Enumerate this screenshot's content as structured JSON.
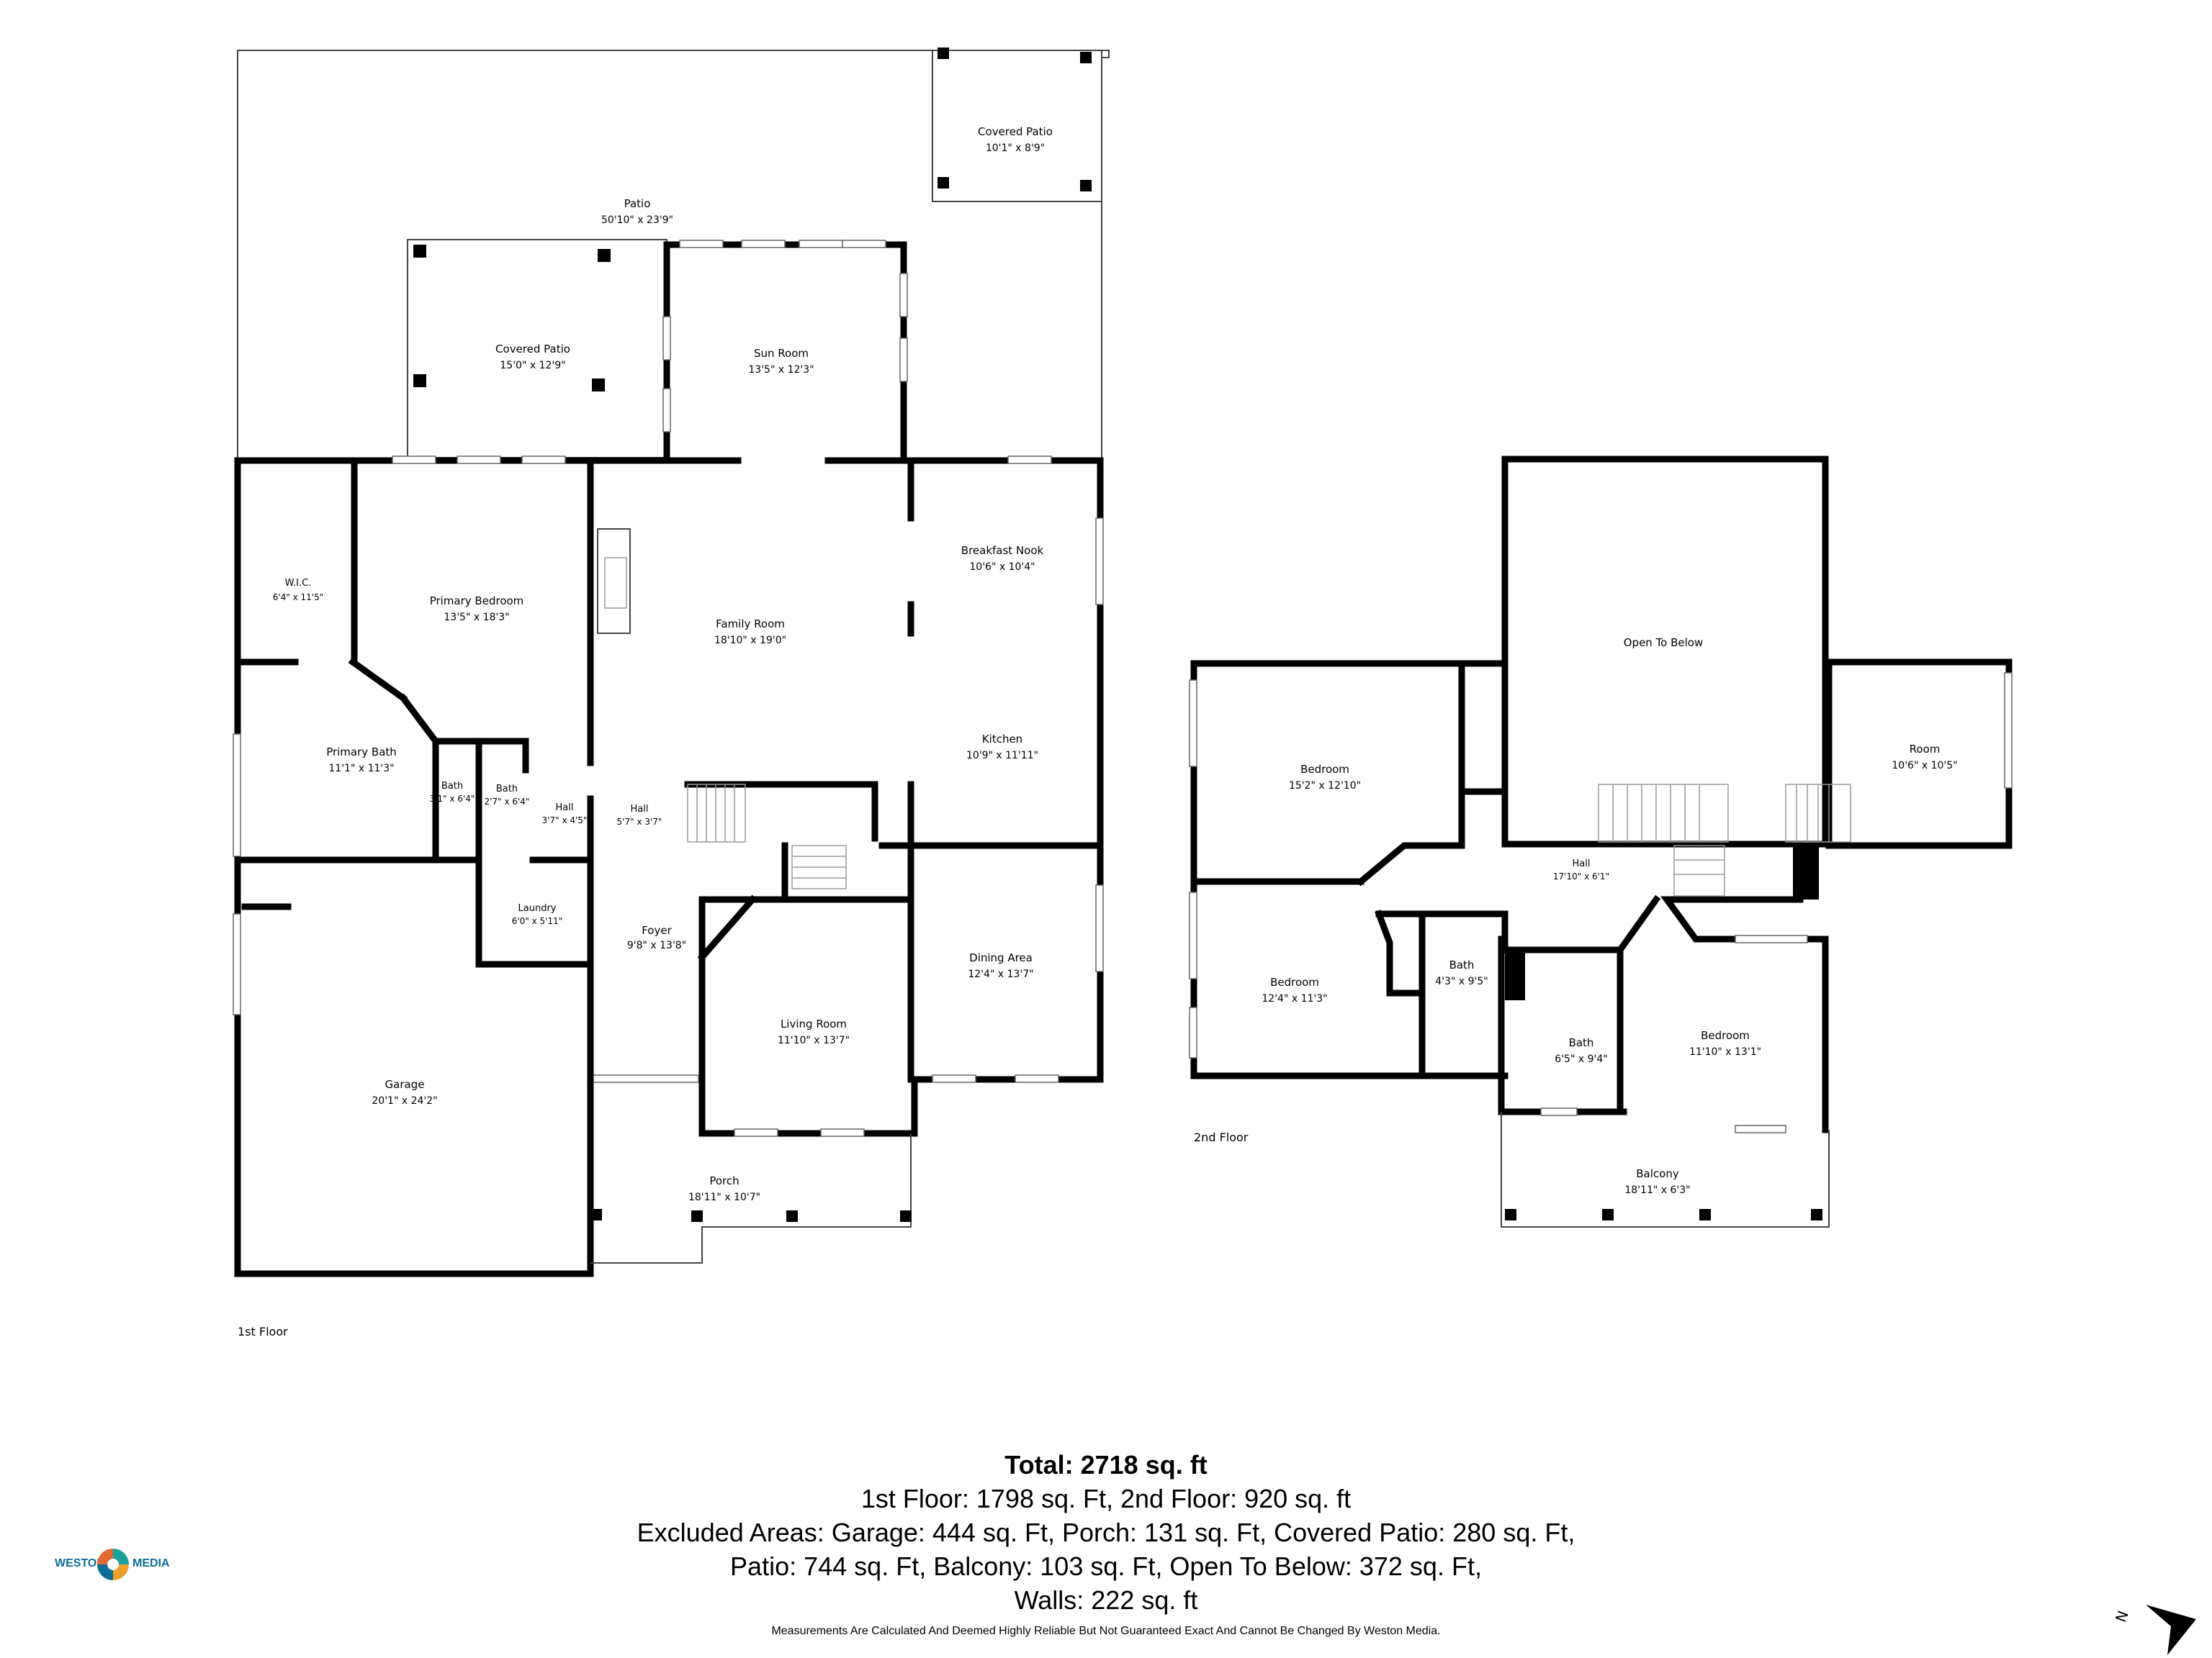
{
  "floors": [
    {
      "label": "1st Floor",
      "rooms": [
        {
          "name": "Patio",
          "dims": "50'10\" x 23'9\""
        },
        {
          "name": "Covered Patio",
          "dims": "10'1\" x 8'9\""
        },
        {
          "name": "Covered Patio",
          "dims": "15'0\" x 12'9\""
        },
        {
          "name": "Sun Room",
          "dims": "13'5\" x 12'3\""
        },
        {
          "name": "W.I.C.",
          "dims": "6'4\" x 11'5\""
        },
        {
          "name": "Primary Bedroom",
          "dims": "13'5\" x 18'3\""
        },
        {
          "name": "Family Room",
          "dims": "18'10\" x 19'0\""
        },
        {
          "name": "Breakfast Nook",
          "dims": "10'6\" x 10'4\""
        },
        {
          "name": "Kitchen",
          "dims": "10'9\" x 11'11\""
        },
        {
          "name": "Primary Bath",
          "dims": "11'1\" x 11'3\""
        },
        {
          "name": "Bath",
          "dims": "3'1\" x 6'4\""
        },
        {
          "name": "Bath",
          "dims": "2'7\" x 6'4\""
        },
        {
          "name": "Hall",
          "dims": "3'7\" x 4'5\""
        },
        {
          "name": "Hall",
          "dims": "5'7\" x 3'7\""
        },
        {
          "name": "Laundry",
          "dims": "6'0\" x 5'11\""
        },
        {
          "name": "Foyer",
          "dims": "9'8\" x 13'8\""
        },
        {
          "name": "Dining Area",
          "dims": "12'4\" x 13'7\""
        },
        {
          "name": "Living Room",
          "dims": "11'10\" x 13'7\""
        },
        {
          "name": "Garage",
          "dims": "20'1\" x 24'2\""
        },
        {
          "name": "Porch",
          "dims": "18'11\" x 10'7\""
        }
      ]
    },
    {
      "label": "2nd Floor",
      "rooms": [
        {
          "name": "Open To Below",
          "dims": ""
        },
        {
          "name": "Bedroom",
          "dims": "15'2\" x 12'10\""
        },
        {
          "name": "Room",
          "dims": "10'6\" x 10'5\""
        },
        {
          "name": "Hall",
          "dims": "17'10\" x 6'1\""
        },
        {
          "name": "Bedroom",
          "dims": "12'4\" x 11'3\""
        },
        {
          "name": "Bath",
          "dims": "4'3\" x 9'5\""
        },
        {
          "name": "Bath",
          "dims": "6'5\" x 9'4\""
        },
        {
          "name": "Bedroom",
          "dims": "11'10\" x 13'1\""
        },
        {
          "name": "Balcony",
          "dims": "18'11\" x 6'3\""
        }
      ]
    }
  ],
  "summary": {
    "total": "Total: 2718 sq. ft",
    "line1": "1st Floor: 1798 sq. Ft, 2nd Floor: 920 sq. ft",
    "line2": "Excluded Areas: Garage: 444 sq. Ft, Porch: 131 sq. Ft, Covered Patio: 280 sq. Ft,",
    "line3": "Patio: 744 sq. Ft, Balcony: 103 sq. Ft, Open To Below: 372 sq. Ft,",
    "line4": "Walls: 222 sq. ft"
  },
  "disclaimer": "Measurements Are Calculated And Deemed Highly Reliable But Not Guaranteed Exact And Cannot Be Changed By Weston Media.",
  "logo": {
    "left_text": "WESTON",
    "right_text": "MEDIA"
  },
  "compass": {
    "letter": "N"
  },
  "colors": {
    "wall": "#000000",
    "logo_blue": "#0a6d94",
    "logo_teal": "#17a39a",
    "logo_orange": "#f0a02a"
  }
}
